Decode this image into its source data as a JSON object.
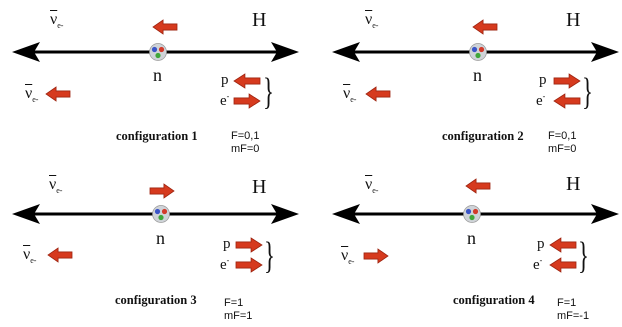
{
  "labels": {
    "hydrogen": "H",
    "neutron": "n",
    "antineutrino": "ν",
    "antineutrino_sub": "e-",
    "proton": "p",
    "electron": "e",
    "electron_sup": "-"
  },
  "colors": {
    "arrow_red": "#d63a1e",
    "axis_black": "#000000"
  },
  "configurations": [
    {
      "name": "configuration 1",
      "F": "F=0,1",
      "mF": "mF=0",
      "neutron_spin": "left",
      "antineutrino_spin": "left",
      "proton_spin": "left",
      "electron_spin": "right"
    },
    {
      "name": "configuration 2",
      "F": "F=0,1",
      "mF": "mF=0",
      "neutron_spin": "left",
      "antineutrino_spin": "left",
      "proton_spin": "right",
      "electron_spin": "left"
    },
    {
      "name": "configuration 3",
      "F": "F=1",
      "mF": "mF=1",
      "neutron_spin": "right",
      "antineutrino_spin": "left",
      "proton_spin": "right",
      "electron_spin": "right"
    },
    {
      "name": "configuration 4",
      "F": "F=1",
      "mF": "mF=-1",
      "neutron_spin": "left",
      "antineutrino_spin": "right",
      "proton_spin": "left",
      "electron_spin": "left"
    }
  ]
}
